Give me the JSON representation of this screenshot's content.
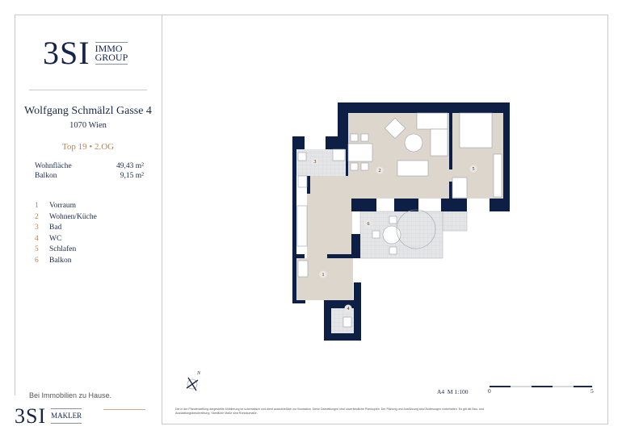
{
  "logo": {
    "mark": "3SI",
    "line1": "IMMO",
    "line2": "GROUP"
  },
  "address": {
    "street": "Wolfgang Schmälzl Gasse 4",
    "city": "1070 Wien"
  },
  "unit": "Top 19 • 2.OG",
  "facts": [
    {
      "label": "Wohnfläche",
      "value": "49,43 m²"
    },
    {
      "label": "Balkon",
      "value": "9,15 m²"
    }
  ],
  "rooms": [
    {
      "num": "1",
      "name": "Vorraum"
    },
    {
      "num": "2",
      "name": "Wohnen/Küche"
    },
    {
      "num": "3",
      "name": "Bad"
    },
    {
      "num": "4",
      "name": "WC"
    },
    {
      "num": "5",
      "name": "Schlafen"
    },
    {
      "num": "6",
      "name": "Balkon"
    }
  ],
  "footer": {
    "tagline": "Bei Immobilien zu Hause.",
    "makler_mark": "3SI",
    "makler_label": "MAKLER",
    "scale": "A4  M 1:100",
    "scale_start": "0",
    "scale_end": "5",
    "compass": "N",
    "disclaimer": "Die in der Planderstellung dargestellte Möblierung ist schematisch und dient ausschließlich zur Illustration. Diese Darstellungen sind unverbindliche Plankopien. Der Planung und Ausführung sind Änderungen vorbehalten. Es gilt die Bau- und Ausstattungsbeschreibung. Sämtliche Maße sind Rohbaumaße."
  },
  "colors": {
    "navy": "#0e1f45",
    "accent": "#b8865a",
    "floor": "#ddd6cd",
    "tile": "#e3e5e7"
  }
}
